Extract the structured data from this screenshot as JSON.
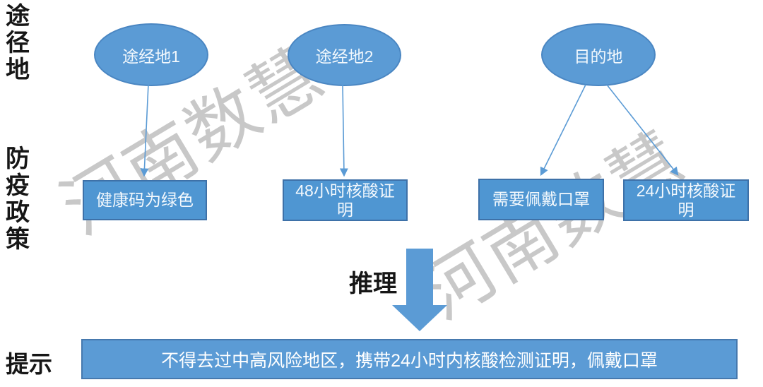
{
  "side_labels": {
    "top": [
      "途",
      "径",
      "地"
    ],
    "middle": [
      "防",
      "疫",
      "政",
      "策"
    ],
    "bottom": "提示"
  },
  "nodes": {
    "ellipses": [
      {
        "label": "途经地1"
      },
      {
        "label": "途经地2"
      },
      {
        "label": "目的地"
      }
    ],
    "boxes": [
      {
        "label": "健康码为绿色"
      },
      {
        "label": "48小时核酸证明"
      },
      {
        "label": "需要佩戴口罩"
      },
      {
        "label": "24小时核酸证明"
      }
    ]
  },
  "inference": {
    "label": "推理"
  },
  "result_bar": {
    "text": "不得去过中高风险地区，携带24小时内核酸检测证明，佩戴口罩"
  },
  "watermark": {
    "text": "河南数慧"
  },
  "colors": {
    "shape_fill": "#5b9bd5",
    "shape_border": "#4173a8",
    "arrow": "#5b9bd5",
    "watermark": "#8c8c8c",
    "label_text": "#161616",
    "shape_text": "#ffffff"
  }
}
